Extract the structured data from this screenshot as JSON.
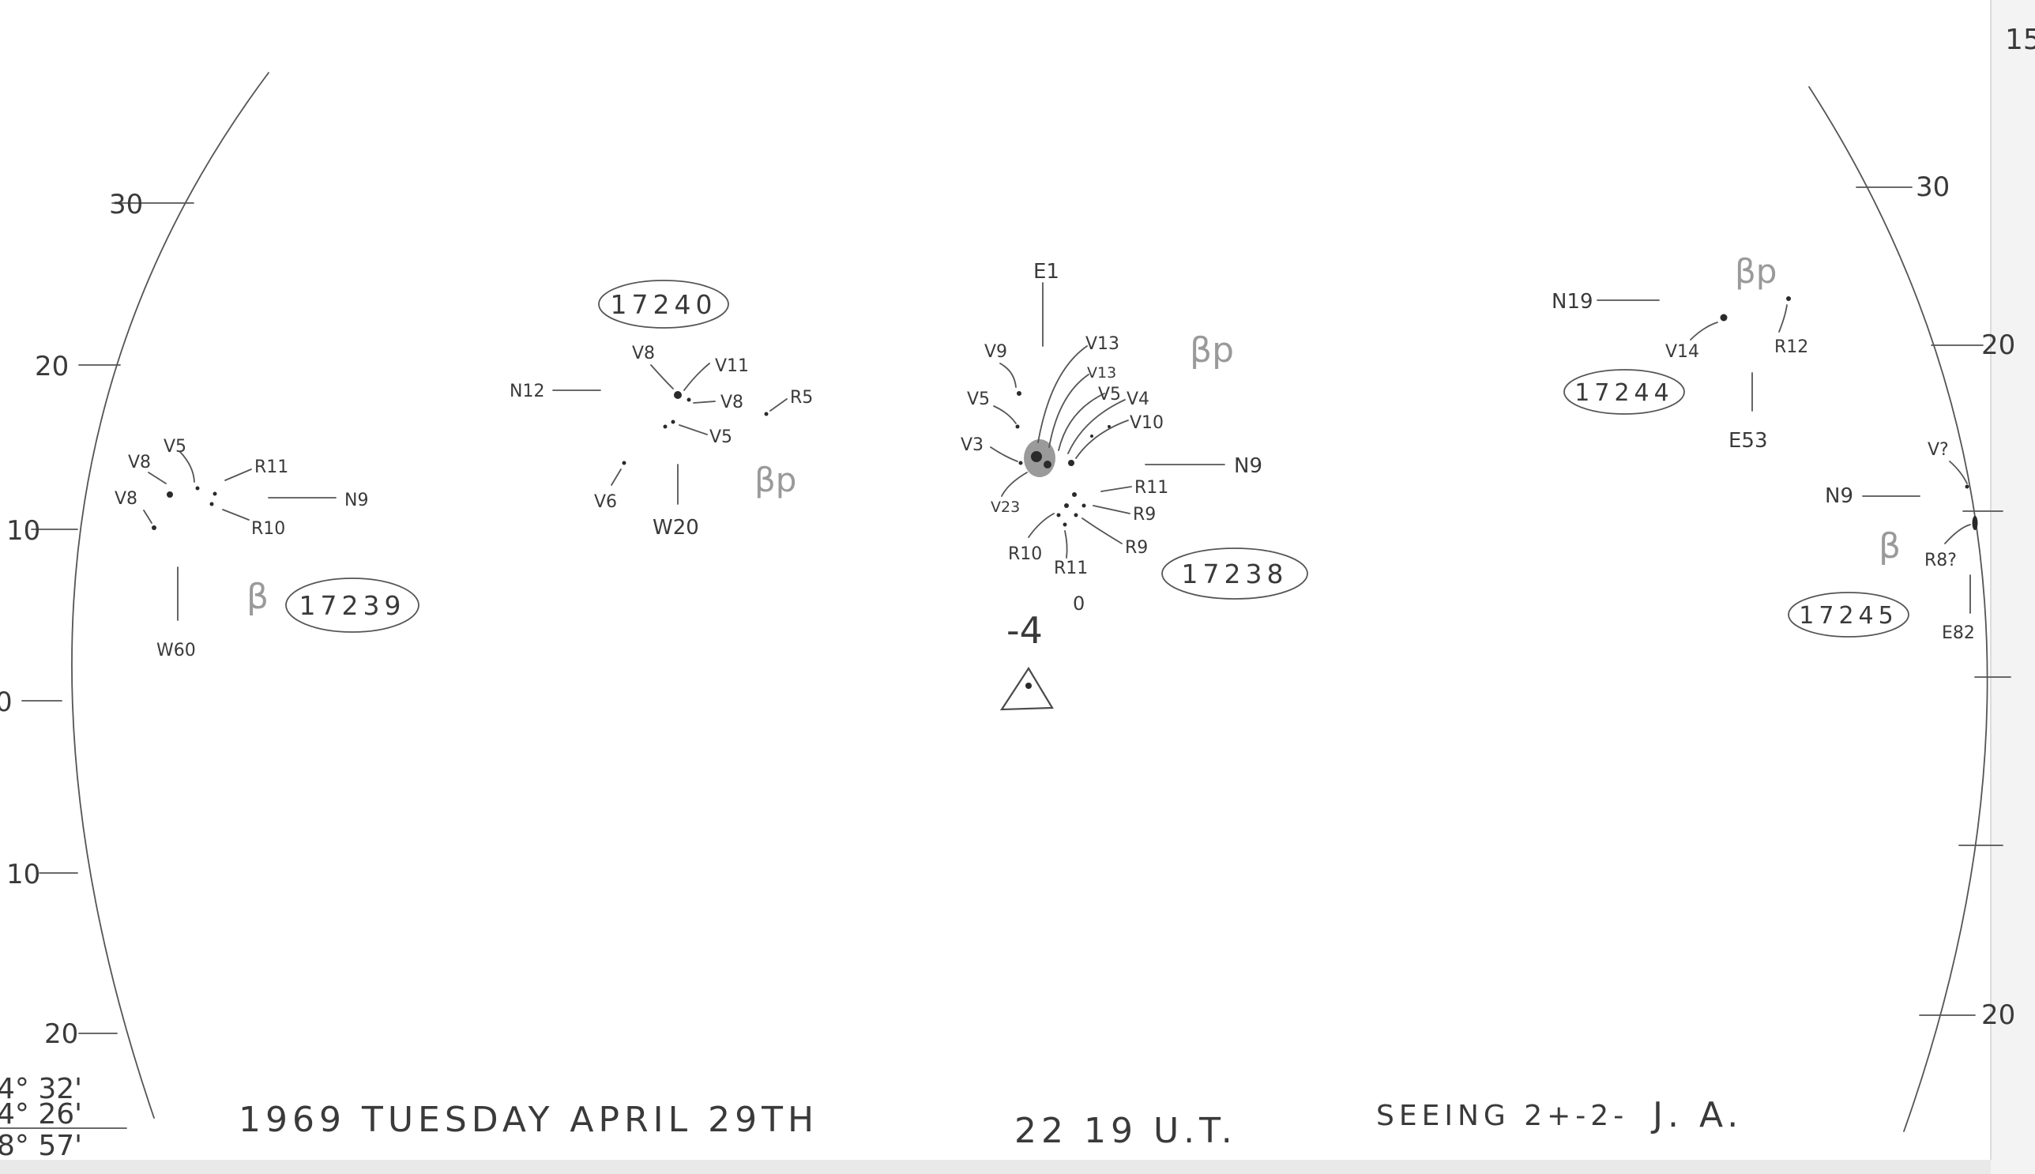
{
  "page": {
    "number": "15"
  },
  "left_scale": {
    "ticks": [
      "30",
      "20",
      "10",
      "0",
      "10",
      "20"
    ]
  },
  "right_scale": {
    "ticks": [
      "30",
      "20",
      "20"
    ]
  },
  "groups": {
    "g17239": {
      "number": "17239",
      "class": "β",
      "labels": [
        "V8",
        "V5",
        "V8",
        "R11",
        "R10",
        "N9",
        "W60"
      ]
    },
    "g17240": {
      "number": "17240",
      "class": "βp",
      "labels": [
        "V8",
        "V11",
        "V8",
        "R5",
        "V5",
        "N12",
        "V6",
        "W20"
      ]
    },
    "g17238": {
      "number": "17238",
      "class": "βp",
      "labels": [
        "E1",
        "V9",
        "V5",
        "V3",
        "V13",
        "V13",
        "V5",
        "V4",
        "V10",
        "N9",
        "V23",
        "R11",
        "R9",
        "R9",
        "R10",
        "R11"
      ]
    },
    "g17244": {
      "number": "17244",
      "class": "βp",
      "labels": [
        "N19",
        "V14",
        "R12",
        "E53"
      ]
    },
    "g17245": {
      "number": "17245",
      "class": "β",
      "labels": [
        "V?",
        "N9",
        "R8?",
        "E82"
      ]
    }
  },
  "annotation": {
    "value": "-4",
    "degree": "0"
  },
  "corner_calc": {
    "line1": "4° 32'",
    "line2": "4° 26'",
    "line3": "8° 57'"
  },
  "footer": {
    "date": "1969 TUESDAY APRIL 29TH",
    "time": "22 19 U.T.",
    "seeing": "SEEING 2+-2-",
    "observer": "J. A."
  }
}
